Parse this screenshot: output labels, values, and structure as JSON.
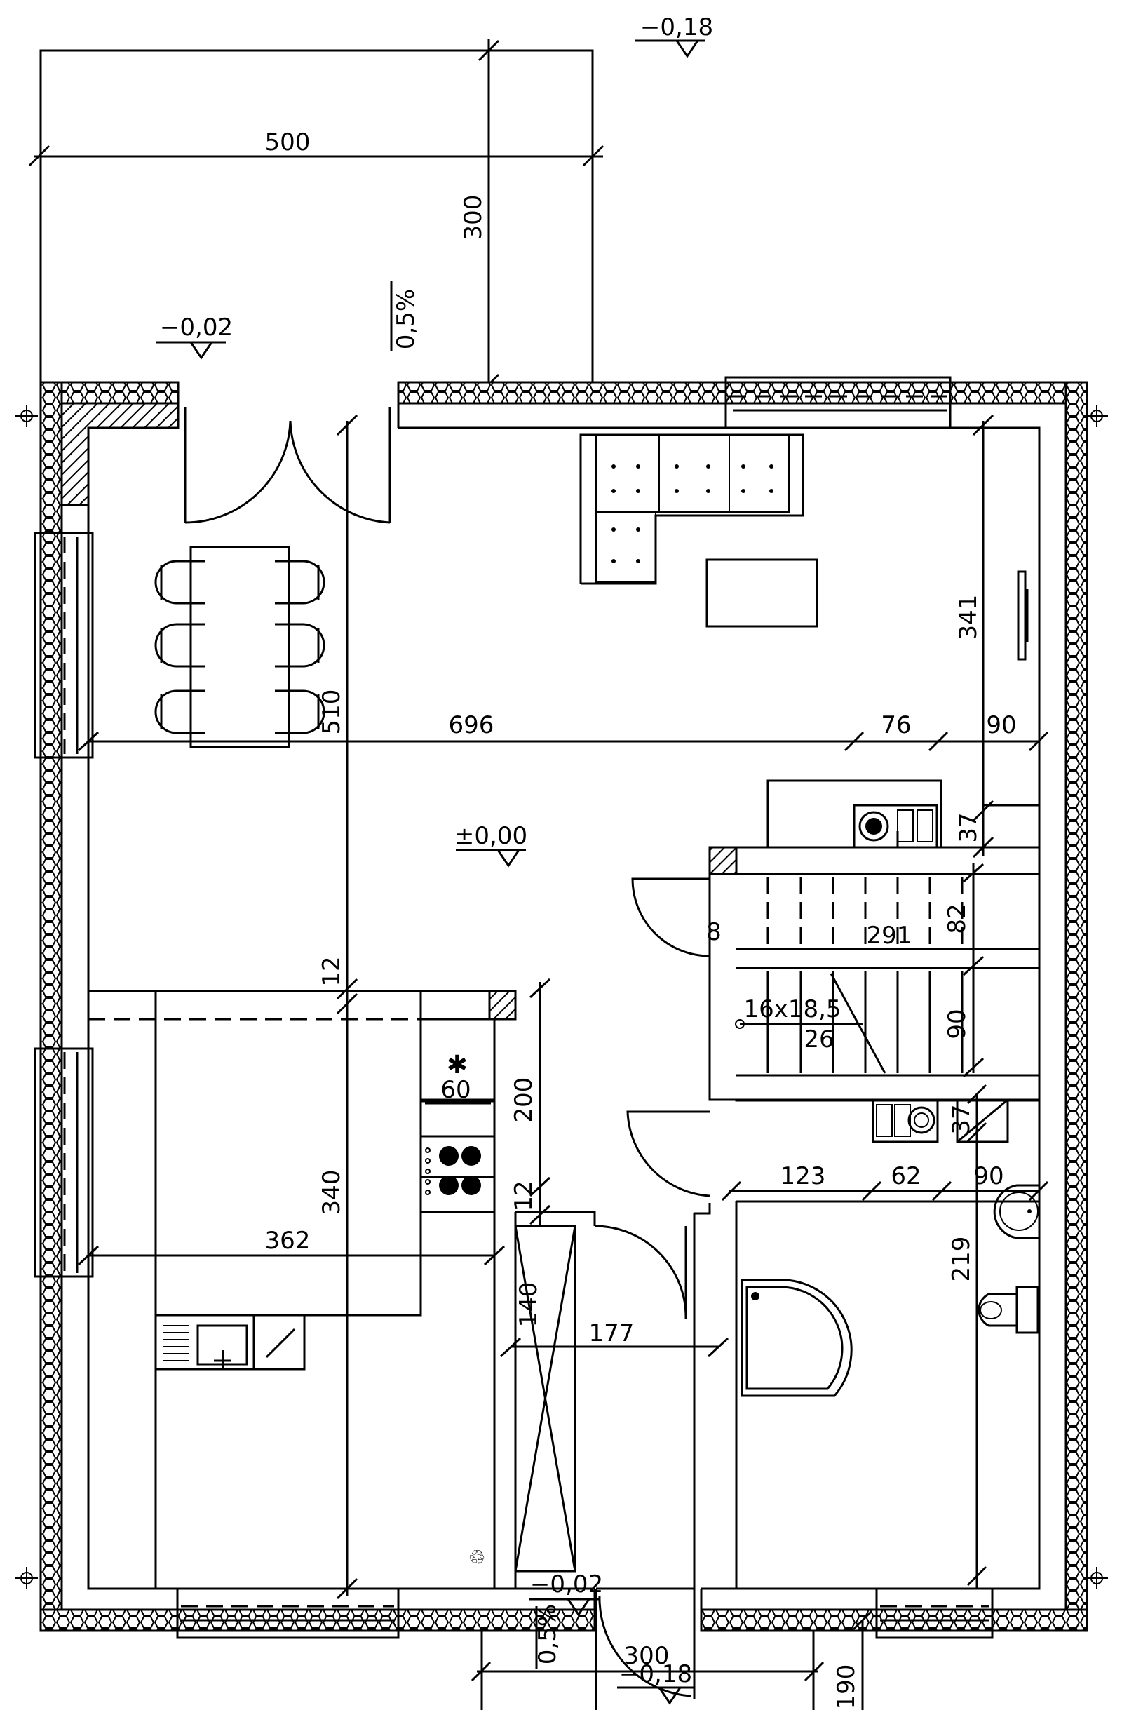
{
  "levels": {
    "top_terrain": "−0,18",
    "terrace": "−0,02",
    "floor": "±0,00",
    "entrance": "−0,02",
    "bottom_terrain": "−0,18"
  },
  "slopes": {
    "terrace_slope": "0,5%",
    "entrance_slope": "0,5%"
  },
  "dimensions": {
    "terrace_width": "500",
    "terrace_depth": "300",
    "living_width": "696",
    "living_seg_76": "76",
    "living_seg_90": "90",
    "living_depth": "510",
    "right_height_341": "341",
    "right_37_upper": "37",
    "stair_82": "82",
    "stair_291": "291",
    "stair_8": "8",
    "stair_spec": "16x18,5",
    "stair_tread": "26",
    "stair_90": "90",
    "wall_12_upper": "12",
    "right_37_lower": "37",
    "kitchen_60": "60",
    "kitchen_200": "200",
    "kitchen_340": "340",
    "kitchen_362": "362",
    "wall_12_lower": "12",
    "bath_123": "123",
    "bath_62": "62",
    "bath_90": "90",
    "bath_219": "219",
    "hall_140": "140",
    "hall_177": "177",
    "porch_300": "300",
    "porch_190": "190"
  }
}
